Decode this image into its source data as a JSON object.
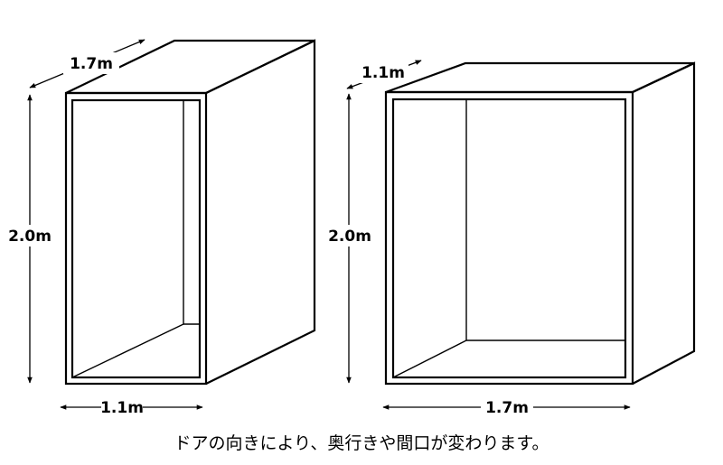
{
  "diagram": {
    "left_box": {
      "depth_label": "1.7m",
      "height_label": "2.0m",
      "width_label": "1.1m"
    },
    "right_box": {
      "depth_label": "1.1m",
      "height_label": "2.0m",
      "width_label": "1.7m"
    },
    "caption": "ドアの向きにより、奥行きや間口が変わります。"
  }
}
